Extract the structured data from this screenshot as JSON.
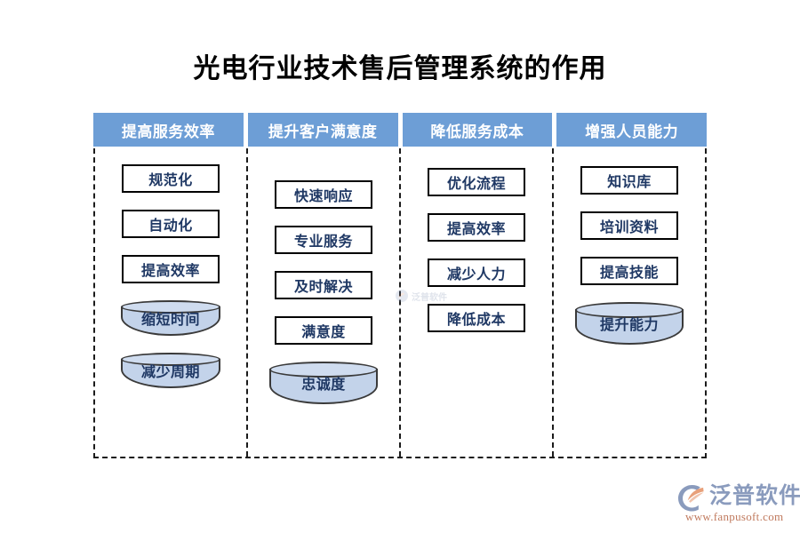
{
  "page": {
    "title": "光电行业技术售后管理系统的作用",
    "background_color": "#ffffff",
    "header_color": "#6d9ed6",
    "node_text_color": "#1f3864",
    "cylinder_fill_color": "#c3d3ea"
  },
  "columns": [
    {
      "header": "提高服务效率",
      "nodes": [
        {
          "label": "规范化",
          "shape": "rect"
        },
        {
          "label": "自动化",
          "shape": "rect"
        },
        {
          "label": "提高效率",
          "shape": "rect"
        },
        {
          "label": "缩短时间",
          "shape": "cylinder"
        },
        {
          "label": "减少周期",
          "shape": "cylinder"
        }
      ]
    },
    {
      "header": "提升客户满意度",
      "nodes": [
        {
          "label": "快速响应",
          "shape": "rect"
        },
        {
          "label": "专业服务",
          "shape": "rect"
        },
        {
          "label": "及时解决",
          "shape": "rect"
        },
        {
          "label": "满意度",
          "shape": "rect"
        },
        {
          "label": "忠诚度",
          "shape": "cylinder-big"
        }
      ]
    },
    {
      "header": "降低服务成本",
      "nodes": [
        {
          "label": "优化流程",
          "shape": "rect"
        },
        {
          "label": "提高效率",
          "shape": "rect"
        },
        {
          "label": "减少人力",
          "shape": "rect"
        },
        {
          "label": "降低成本",
          "shape": "rect"
        }
      ]
    },
    {
      "header": "增强人员能力",
      "nodes": [
        {
          "label": "知识库",
          "shape": "rect"
        },
        {
          "label": "培训资料",
          "shape": "rect"
        },
        {
          "label": "提高技能",
          "shape": "rect"
        },
        {
          "label": "提升能力",
          "shape": "cylinder-big"
        }
      ]
    }
  ],
  "watermark": {
    "text": "泛普软件"
  },
  "brand": {
    "name": "泛普软件",
    "url": "www.fanpusoft.com",
    "mark_color": "#8a9bbd",
    "accent_color": "#e8a07a"
  }
}
